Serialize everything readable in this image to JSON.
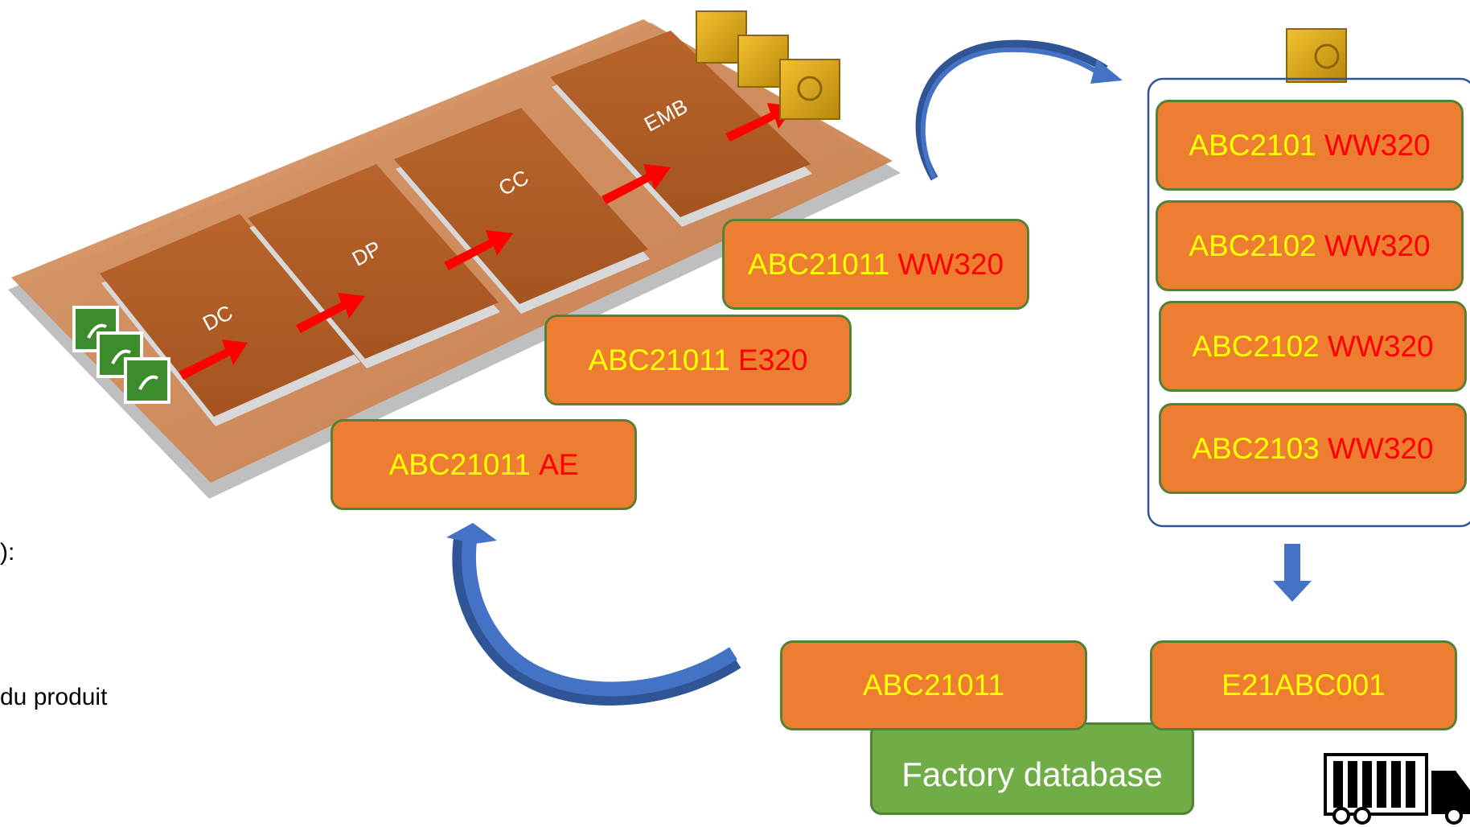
{
  "stations": [
    {
      "name": "DC"
    },
    {
      "name": "DP"
    },
    {
      "name": "CC"
    },
    {
      "name": "EMB"
    }
  ],
  "process_codes": [
    {
      "code": "ABC21011",
      "suffix": "AE"
    },
    {
      "code": "ABC21011",
      "suffix": "E320"
    },
    {
      "code": "ABC21011",
      "suffix": "WW320"
    }
  ],
  "batch_codes": [
    {
      "code": "ABC2101",
      "suffix": "WW320"
    },
    {
      "code": "ABC2102",
      "suffix": "WW320"
    },
    {
      "code": "ABC2102",
      "suffix": "WW320"
    },
    {
      "code": "ABC2103",
      "suffix": "WW320"
    }
  ],
  "lot_code": "ABC21011",
  "shipment_code": "E21ABC001",
  "database_label": "Factory database",
  "edge_texts": {
    "fragment_1": "):",
    "fragment_2": "du produit"
  },
  "colors": {
    "box_fill": "#ED7D31",
    "box_border": "#548235",
    "code_text": "#FFFF00",
    "suffix_text": "#FF0000",
    "database_fill": "#70AD47",
    "arrow_blue": "#4472C4",
    "arrow_red": "#FF0000"
  }
}
